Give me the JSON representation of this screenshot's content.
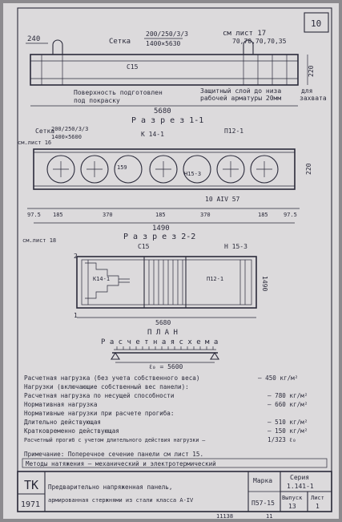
{
  "page_number": "10",
  "elevation": {
    "dim_left": "240",
    "mesh_label": "Сетка",
    "mesh_spec": "200/250/3/3",
    "mesh_size": "1400×5630",
    "ref_sheet": "см лист 17",
    "spacing_dims": "70,70,70,70,35",
    "c_label": "С15",
    "height": "220",
    "note_surface_1": "Поверхность подготовлен",
    "note_surface_2": "под покраску",
    "note_cover_1": "Защитный слой до низа",
    "note_cover_2": "рабочей арматуры 20мм",
    "note_grip_1": "для",
    "note_grip_2": "захвата",
    "length": "5680"
  },
  "section_1": {
    "title": "Р а з р е з 1-1",
    "mesh_label": "Сетка",
    "mesh_spec": "200/250/3/3",
    "mesh_size": "1400×5600",
    "ref_left": "см.лист 16",
    "k_label": "К 14-1",
    "p_label": "П12-1",
    "dia": "159",
    "n_label": "Н15-3",
    "bar_label": "10 АIV 57",
    "height": "220",
    "dims": [
      "97.5",
      "185",
      "370",
      "185",
      "370",
      "185",
      "97.5"
    ],
    "total": "1490"
  },
  "section_2": {
    "ref_left": "см.лист 18",
    "title": "Р а з р е з 2-2",
    "c_label": "С15",
    "n_label": "Н 15-3",
    "k_label": "К14-1",
    "p_label": "П12-1",
    "width": "1490",
    "mark_2": "2",
    "mark_1": "1",
    "length": "5680",
    "plan": "П Л А Н"
  },
  "calc_scheme": {
    "title": "Р а с ч е т н а я   с х е м а",
    "span": "ℓ₀ = 5600"
  },
  "loads": [
    {
      "label": "Расчетная нагрузка (без учета собственного веса)",
      "value": "— 450 кг/м²"
    },
    {
      "label": "Нагрузки (включающие собственный вес панели):",
      "value": ""
    },
    {
      "label": "Расчетная нагрузка по несущей способности",
      "value": "— 780 кг/м²"
    },
    {
      "label": "Нормативная нагрузка",
      "value": "— 660 кг/м²"
    },
    {
      "label": "Нормативные нагрузки при расчете прогиба:",
      "value": ""
    },
    {
      "label": "Длительно действующая",
      "value": "— 510 кг/м²"
    },
    {
      "label": "Кратковременно действующая",
      "value": "— 150 кг/м²"
    },
    {
      "label": "Расчетный прогиб с учетом длительного действия нагрузки —",
      "value": "1/323 ℓ₀"
    }
  ],
  "note_primary": "Примечание: Поперечное сечение панели см лист 15.",
  "note_methods": "Методы натяжения — механический и электротермический",
  "title_block": {
    "org": "ТК",
    "year": "1971",
    "description_1": "Предварительно напряженная панель,",
    "description_2": "армированная стержнями из стали класса А-IV",
    "mark_header": "Марка",
    "mark_value": "П57-15",
    "series_header": "Серия",
    "series_value": "1.141-1",
    "issue_header": "Выпуск",
    "issue_value": "13",
    "sheet_header": "Лист",
    "sheet_value": "1"
  },
  "footer": {
    "left_number": "11138",
    "right_number": "11"
  }
}
